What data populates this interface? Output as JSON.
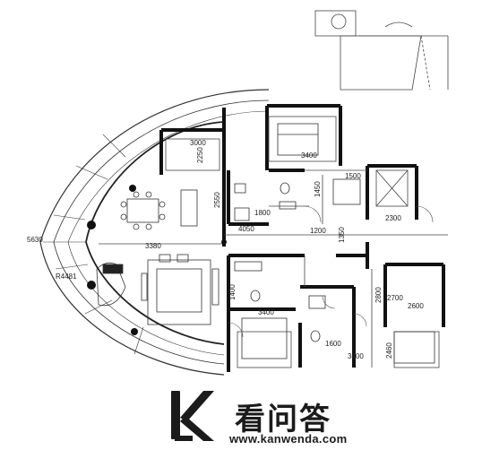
{
  "plan": {
    "dimensions": {
      "d1": "3000",
      "d2": "2250",
      "d3": "3400",
      "d4": "1500",
      "d5": "1450",
      "d6": "2300",
      "d7": "3380",
      "d8": "1200",
      "d9": "4050",
      "d10": "1350",
      "d11": "1800",
      "d12": "3400",
      "d13": "1400",
      "d14": "2700",
      "d15": "2600",
      "d16": "2800",
      "d17": "1600",
      "d18": "5630",
      "d19": "R4481",
      "d20": "3400",
      "d21": "2550",
      "d22": "2460"
    }
  },
  "watermark": {
    "brand_cn": "看问答",
    "url": "www.kanwenda.com"
  }
}
